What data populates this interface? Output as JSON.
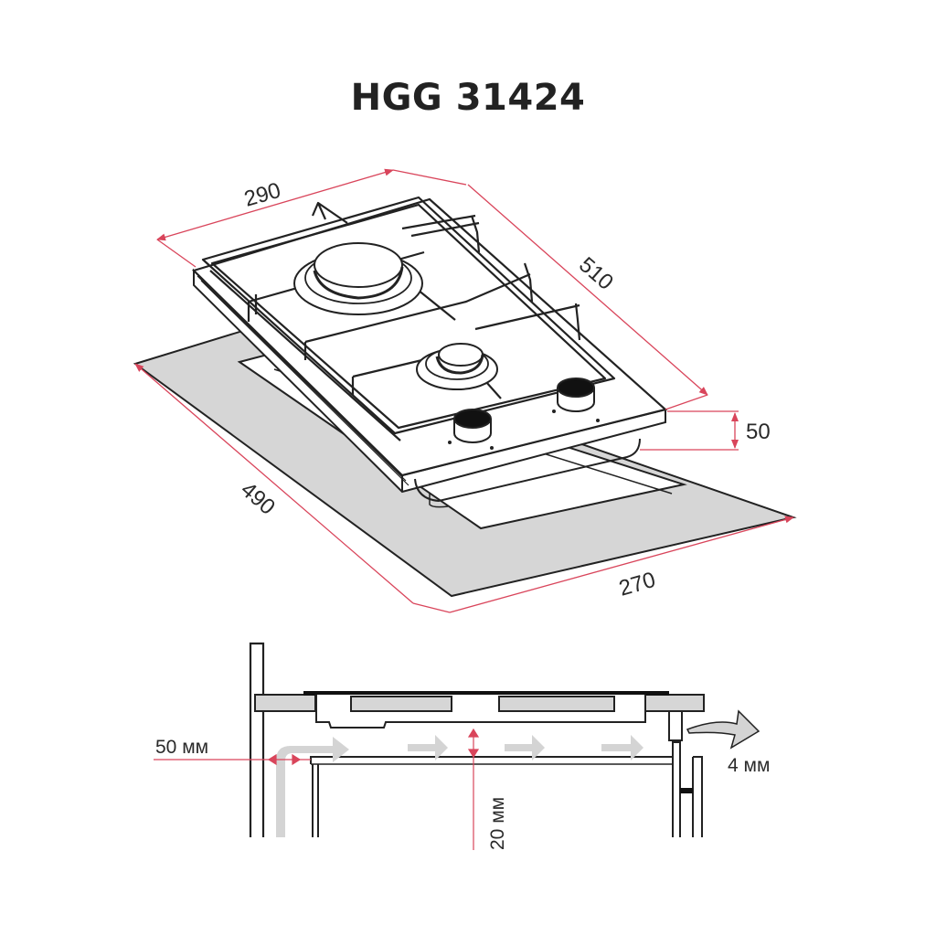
{
  "title": "HGG 31424",
  "colors": {
    "dimension_line": "#d9455b",
    "outline": "#222222",
    "cutout_fill": "#d6d6d6",
    "airflow_arrow": "#d4d4d4",
    "background": "#ffffff"
  },
  "isometric_view": {
    "dimensions": {
      "hob_width": "290",
      "hob_depth": "510",
      "hob_height": "50",
      "cutout_depth": "490",
      "cutout_width": "270"
    },
    "parts": [
      "pan-support",
      "large-burner",
      "small-burner",
      "control-knob-1",
      "control-knob-2",
      "worktop-cutout"
    ]
  },
  "section_view": {
    "dimensions": {
      "side_clearance": "50 мм",
      "bottom_clearance": "20 мм",
      "ventilation_gap": "4 мм"
    },
    "airflow_arrows": 5
  }
}
